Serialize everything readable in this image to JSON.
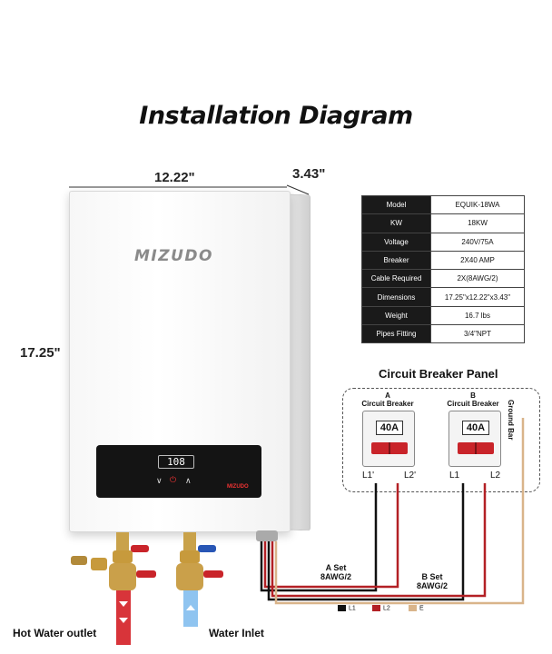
{
  "title": "Installation Diagram",
  "dimensions": {
    "width": "12.22\"",
    "depth": "3.43\"",
    "height": "17.25\""
  },
  "heater": {
    "brand": "MIZUDO",
    "display": "108",
    "panel_logo": "MIZUDO"
  },
  "specs": [
    {
      "k": "Model",
      "v": "EQUIK-18WA"
    },
    {
      "k": "KW",
      "v": "18KW"
    },
    {
      "k": "Voltage",
      "v": "240V/75A"
    },
    {
      "k": "Breaker",
      "v": "2X40 AMP"
    },
    {
      "k": "Cable Required",
      "v": "2X(8AWG/2)"
    },
    {
      "k": "Dimensions",
      "v": "17.25\"x12.22\"x3.43\""
    },
    {
      "k": "Weight",
      "v": "16.7 lbs"
    },
    {
      "k": "Pipes Fitting",
      "v": "3/4\"NPT"
    }
  ],
  "panel": {
    "title": "Circuit Breaker Panel",
    "breaker_a": {
      "label_line1": "A",
      "label_line2": "Circuit Breaker",
      "amp": "40A",
      "l1": "L1'",
      "l2": "L2'"
    },
    "breaker_b": {
      "label_line1": "B",
      "label_line2": "Circuit Breaker",
      "amp": "40A",
      "l1": "L1",
      "l2": "L2"
    },
    "ground": "Ground Bar"
  },
  "wiring": {
    "a_set_line1": "A Set",
    "a_set_line2": "8AWG/2",
    "b_set_line1": "B Set",
    "b_set_line2": "8AWG/2"
  },
  "legend": {
    "l1": "L1",
    "l2": "L2",
    "e": "E",
    "colors": {
      "l1": "#111111",
      "l2": "#b32025",
      "e": "#d9b48a"
    }
  },
  "bottom": {
    "hot": "Hot Water outlet",
    "inlet": "Water Inlet"
  }
}
